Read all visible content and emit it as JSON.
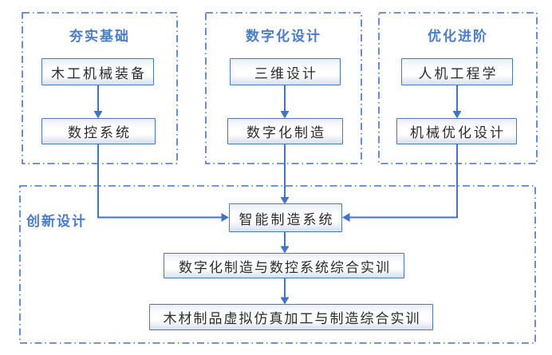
{
  "diagram": {
    "title_implied": "curriculum flow diagram",
    "colors": {
      "accent_line": "#4472C4",
      "group_title_text": "#4A7CC8",
      "node_text": "#2B2B2B",
      "node_fill_top": "#E9EDF4",
      "node_fill_bottom": "#D6E0F0",
      "background": "#FFFFFF"
    },
    "groups": [
      {
        "title": "夯实基础",
        "boxes": [
          "木工机械装备",
          "数控系统"
        ]
      },
      {
        "title": "数字化设计",
        "boxes": [
          "三维设计",
          "数字化制造"
        ]
      },
      {
        "title": "优化进阶",
        "boxes": [
          "人机工程学",
          "机械优化设计"
        ]
      },
      {
        "title": "创新设计",
        "boxes": [
          "智能制造系统",
          "数字化制造与数控系统综合实训",
          "木材制品虚拟仿真加工与制造综合实训"
        ]
      }
    ],
    "connections": [
      {
        "from": "木工机械装备",
        "to": "数控系统"
      },
      {
        "from": "三维设计",
        "to": "数字化制造"
      },
      {
        "from": "人机工程学",
        "to": "机械优化设计"
      },
      {
        "from": "数控系统",
        "to": "智能制造系统"
      },
      {
        "from": "数字化制造",
        "to": "智能制造系统"
      },
      {
        "from": "机械优化设计",
        "to": "智能制造系统"
      },
      {
        "from": "智能制造系统",
        "to": "数字化制造与数控系统综合实训"
      },
      {
        "from": "数字化制造与数控系统综合实训",
        "to": "木材制品虚拟仿真加工与制造综合实训"
      }
    ]
  }
}
